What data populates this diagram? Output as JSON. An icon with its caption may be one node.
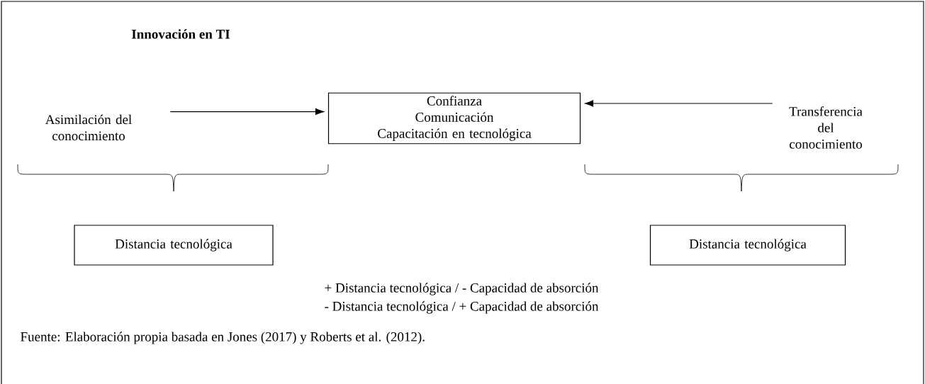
{
  "diagram": {
    "title": "Innovación en TI",
    "nodes": [
      {
        "text": [
          "Asimilación del conocimiento"
        ]
      },
      {
        "text": [
          "Confianza",
          "Comunicación",
          "Capacitación en tecnológica"
        ]
      },
      {
        "text": [
          "Transferencia del conocimiento"
        ]
      },
      {
        "text": [
          "Distancia tecnológica"
        ]
      },
      {
        "text": [
          "Distancia tecnológica"
        ]
      }
    ],
    "edges": [
      {
        "from": 0,
        "to": 1,
        "arrow": "to"
      },
      {
        "from": 2,
        "to": 1,
        "arrow": "to"
      }
    ],
    "labels": [
      "+ Distancia tecnológica / - Capacidad de absorción",
      "- Distancia tecnológica / + Capacidad de absorción"
    ],
    "caption": "Fuente: Elaboración propia basada en Jones  (2017) y Roberts et al. (2012)."
  }
}
